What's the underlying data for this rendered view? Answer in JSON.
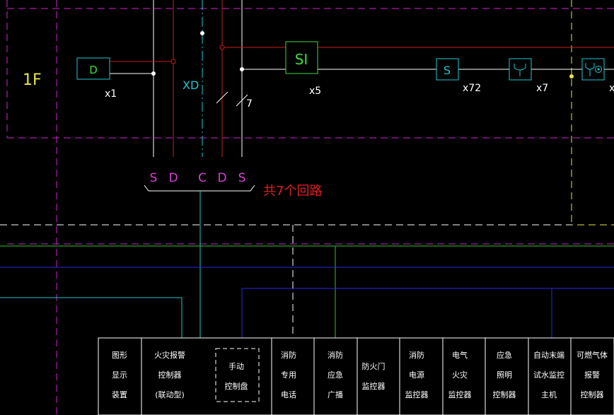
{
  "floor_label": "1F",
  "devices": {
    "d_box": {
      "symbol": "D",
      "count": "x1"
    },
    "xd_label": "XD",
    "si_box": {
      "symbol": "SI",
      "count": "x5"
    },
    "detector": {
      "symbol": "S",
      "count": "x72"
    },
    "button": {
      "count": "x7"
    },
    "alarm_bell": {
      "count": "x"
    }
  },
  "bus_slash_count": "7",
  "bus_letters": [
    "S",
    "D",
    "C",
    "D",
    "S"
  ],
  "loop_note": "共7个回路",
  "bottom_panels": [
    {
      "lines": [
        "图形",
        "显示",
        "装置"
      ]
    },
    {
      "lines": [
        "火灾报警",
        "控制器",
        "(联动型)"
      ]
    },
    {
      "lines": [
        "手动",
        "控制盘"
      ]
    },
    {
      "lines": [
        "消防",
        "专用",
        "电话"
      ]
    },
    {
      "lines": [
        "消防",
        "应急",
        "广播"
      ]
    },
    {
      "lines": [
        "防火门",
        "监控器"
      ]
    },
    {
      "lines": [
        "消防",
        "电源",
        "监控器"
      ]
    },
    {
      "lines": [
        "电气",
        "火灾",
        "监控器"
      ]
    },
    {
      "lines": [
        "应急",
        "照明",
        "控制器"
      ]
    },
    {
      "lines": [
        "自动末端",
        "试水监控",
        "主机"
      ]
    },
    {
      "lines": [
        "可燃气体",
        "报警",
        "控制器"
      ]
    }
  ],
  "colors": {
    "magenta": "#d023d0",
    "cyan": "#1ec8d2",
    "red": "#c81e1e",
    "white": "#ffffff",
    "yellow": "#e6e646",
    "green": "#28c828",
    "blue": "#2828e6",
    "symbol_green": "#3cdc3c",
    "letter_magenta": "#d840d8",
    "note_red": "#e02020"
  }
}
